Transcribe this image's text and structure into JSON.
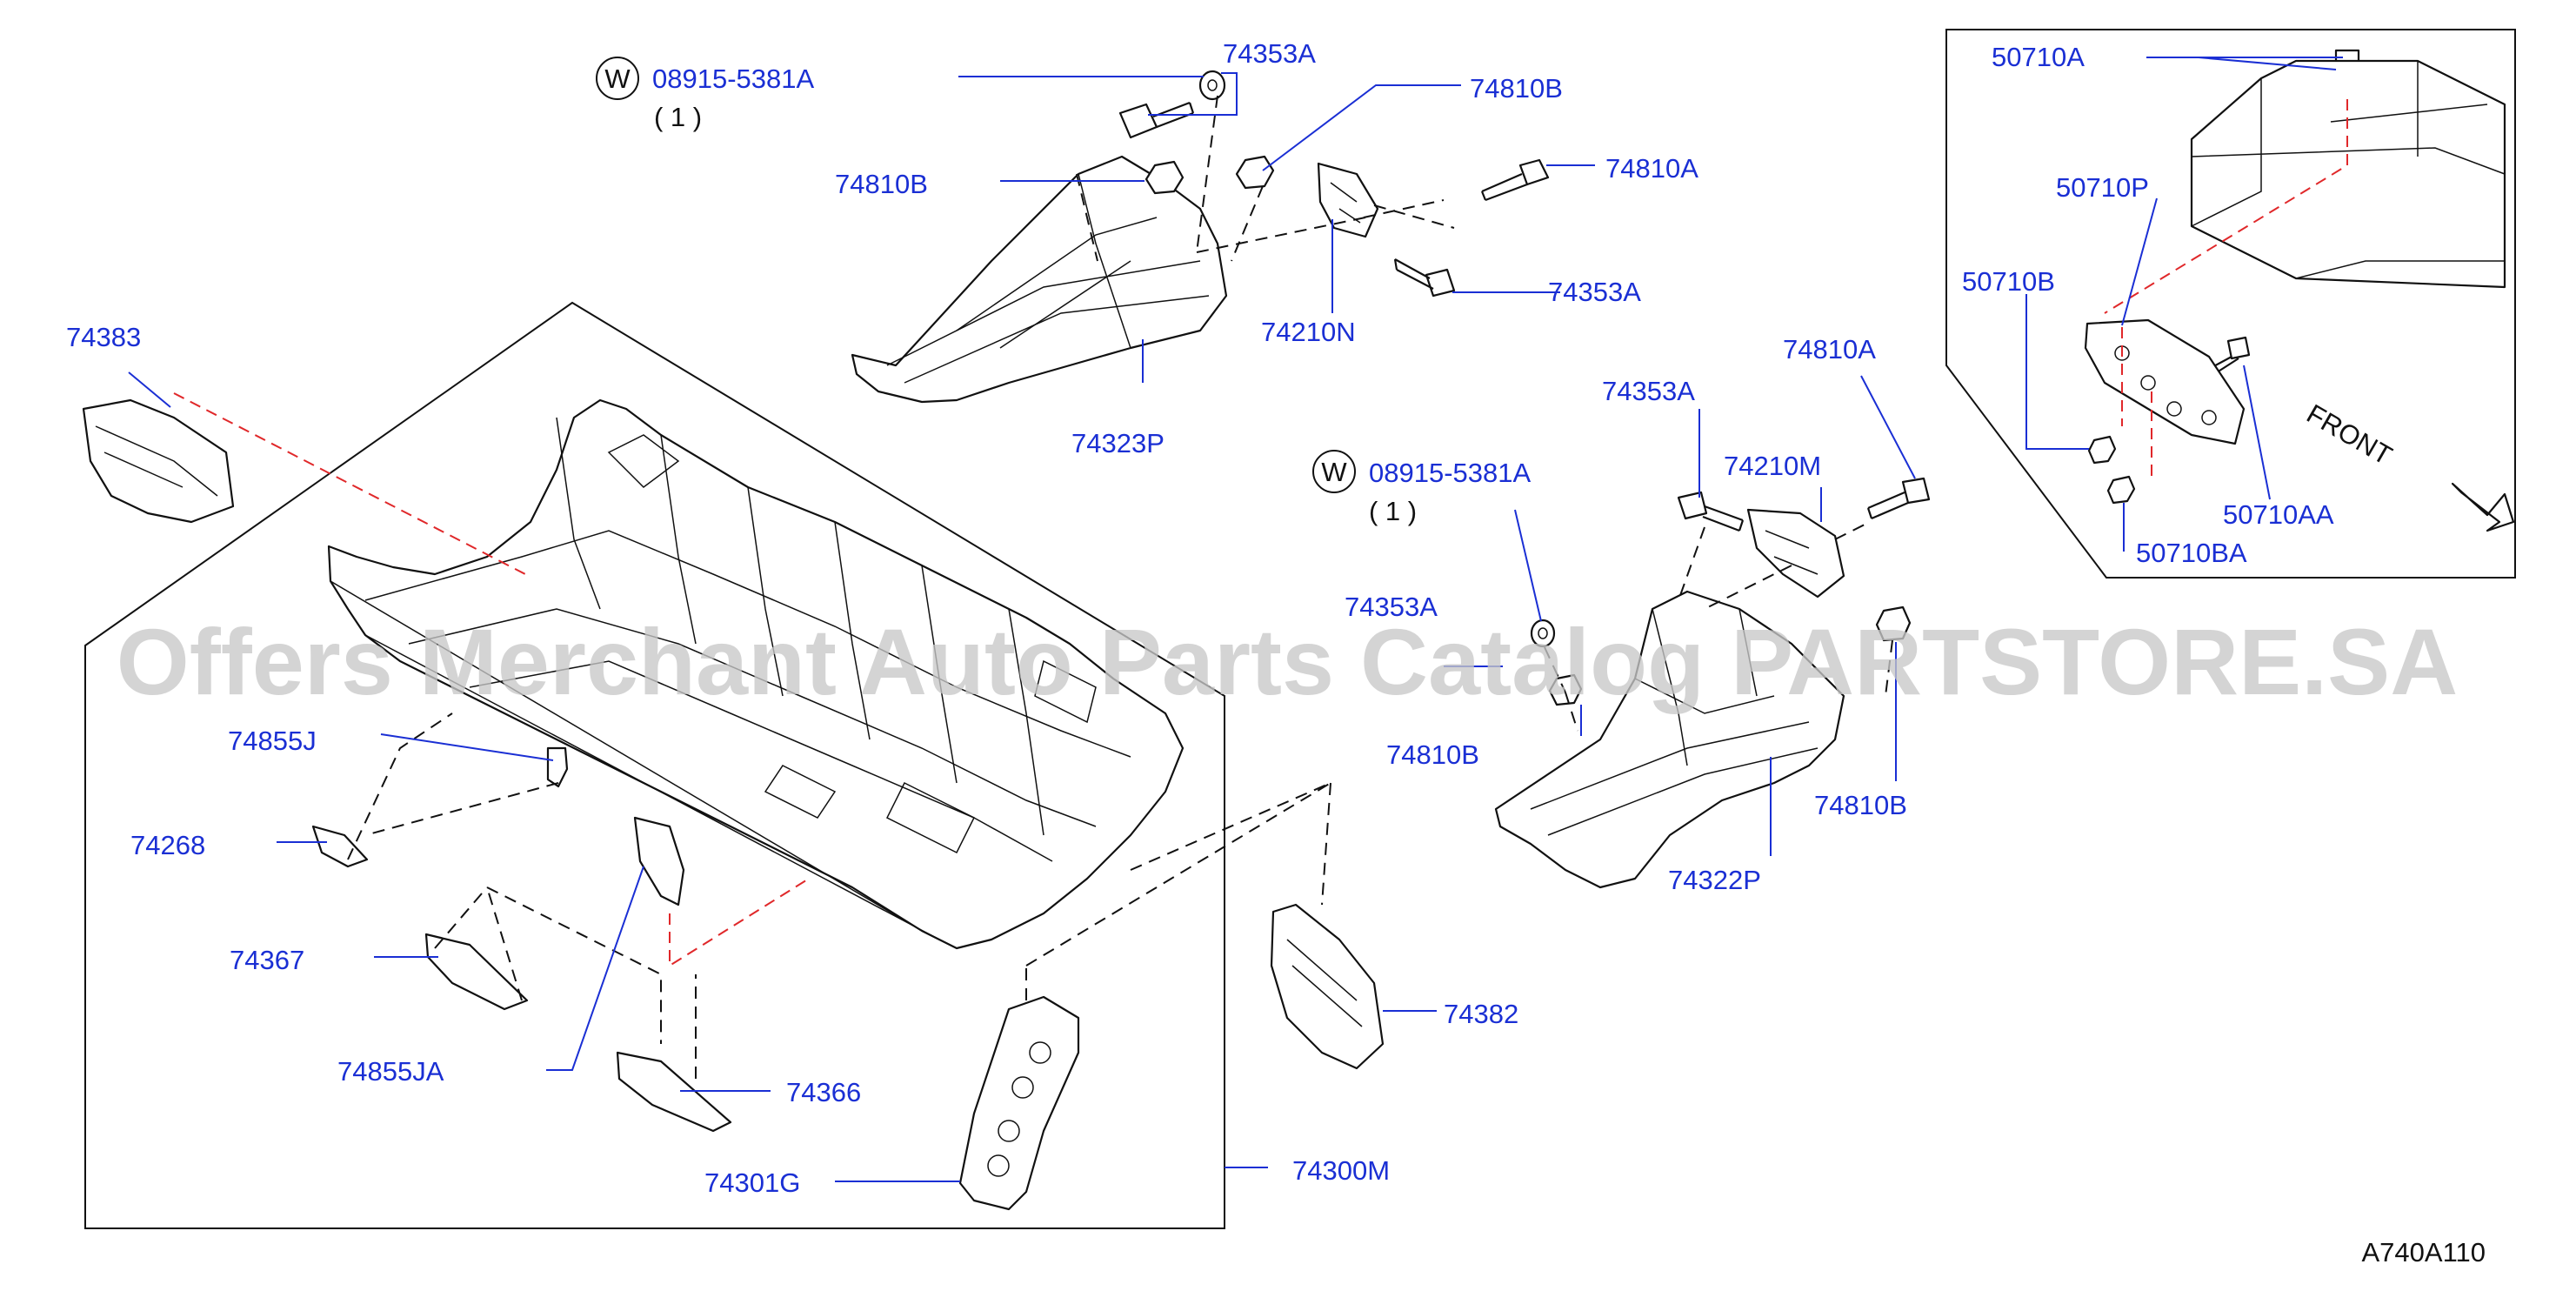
{
  "diagram": {
    "watermark": "Offers Merchant Auto Parts Catalog PARTSTORE.SA",
    "code": "A740A110",
    "front_label": "FRONT",
    "washer_symbol": "W",
    "labels": {
      "l_08915_top": "08915-5381A",
      "l_qty_top": "( 1 )",
      "l_74353A_top": "74353A",
      "l_74810B_top": "74810B",
      "l_74810B_left": "74810B",
      "l_74810A_top": "74810A",
      "l_74353A_mid": "74353A",
      "l_74210N": "74210N",
      "l_74323P": "74323P",
      "l_74383": "74383",
      "l_74353A_r": "74353A",
      "l_74810A_r": "74810A",
      "l_74210M": "74210M",
      "l_08915_mid": "08915-5381A",
      "l_qty_mid": "( 1 )",
      "l_74353A_l": "74353A",
      "l_74810B_low": "74810B",
      "l_74810B_rlow": "74810B",
      "l_74322P": "74322P",
      "l_74855J": "74855J",
      "l_74268": "74268",
      "l_74367": "74367",
      "l_74855JA": "74855JA",
      "l_74366": "74366",
      "l_74301G": "74301G",
      "l_74300M": "74300M",
      "l_74382": "74382",
      "l_50710A": "50710A",
      "l_50710P": "50710P",
      "l_50710B": "50710B",
      "l_50710AA": "50710AA",
      "l_50710BA": "50710BA"
    }
  }
}
